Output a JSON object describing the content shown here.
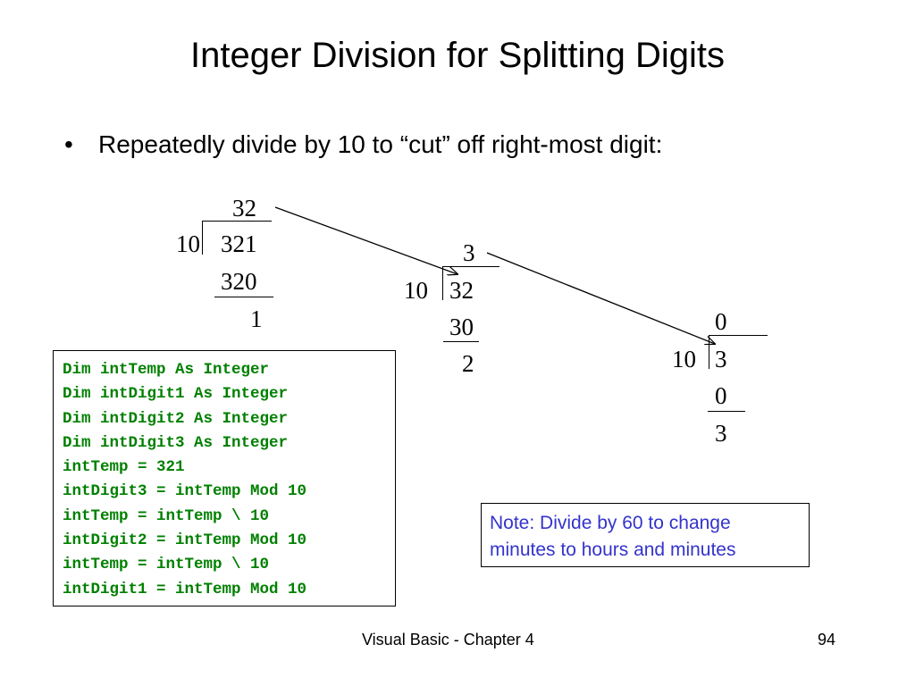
{
  "slide": {
    "title": "Integer Division for Splitting Digits",
    "bullet_symbol": "•",
    "bullet_text": "Repeatedly divide by 10 to “cut” off right-most digit:"
  },
  "divisions": [
    {
      "quotient": "32",
      "divisor": "10",
      "dividend": "321",
      "product": "320",
      "remainder": "1"
    },
    {
      "quotient": "3",
      "divisor": "10",
      "dividend": "32",
      "product": "30",
      "remainder": "2"
    },
    {
      "quotient": "0",
      "divisor": "10",
      "dividend": "3",
      "product": "0",
      "remainder": "3"
    }
  ],
  "code": {
    "lines": [
      "Dim intTemp As Integer",
      "Dim intDigit1 As Integer",
      "Dim intDigit2 As Integer",
      "Dim intDigit3 As Integer",
      "intTemp = 321",
      "intDigit3 = intTemp Mod 10",
      "intTemp = intTemp \\ 10",
      "intDigit2 = intTemp Mod 10",
      "intTemp = intTemp \\ 10",
      "intDigit1 = intTemp Mod 10"
    ]
  },
  "note": {
    "line1": "Note:  Divide by 60 to change",
    "line2": "minutes to hours and minutes"
  },
  "footer": {
    "center": "Visual Basic - Chapter 4",
    "page": "94"
  },
  "colors": {
    "code_text": "#008000",
    "note_text": "#3333cc",
    "text": "#000000"
  }
}
